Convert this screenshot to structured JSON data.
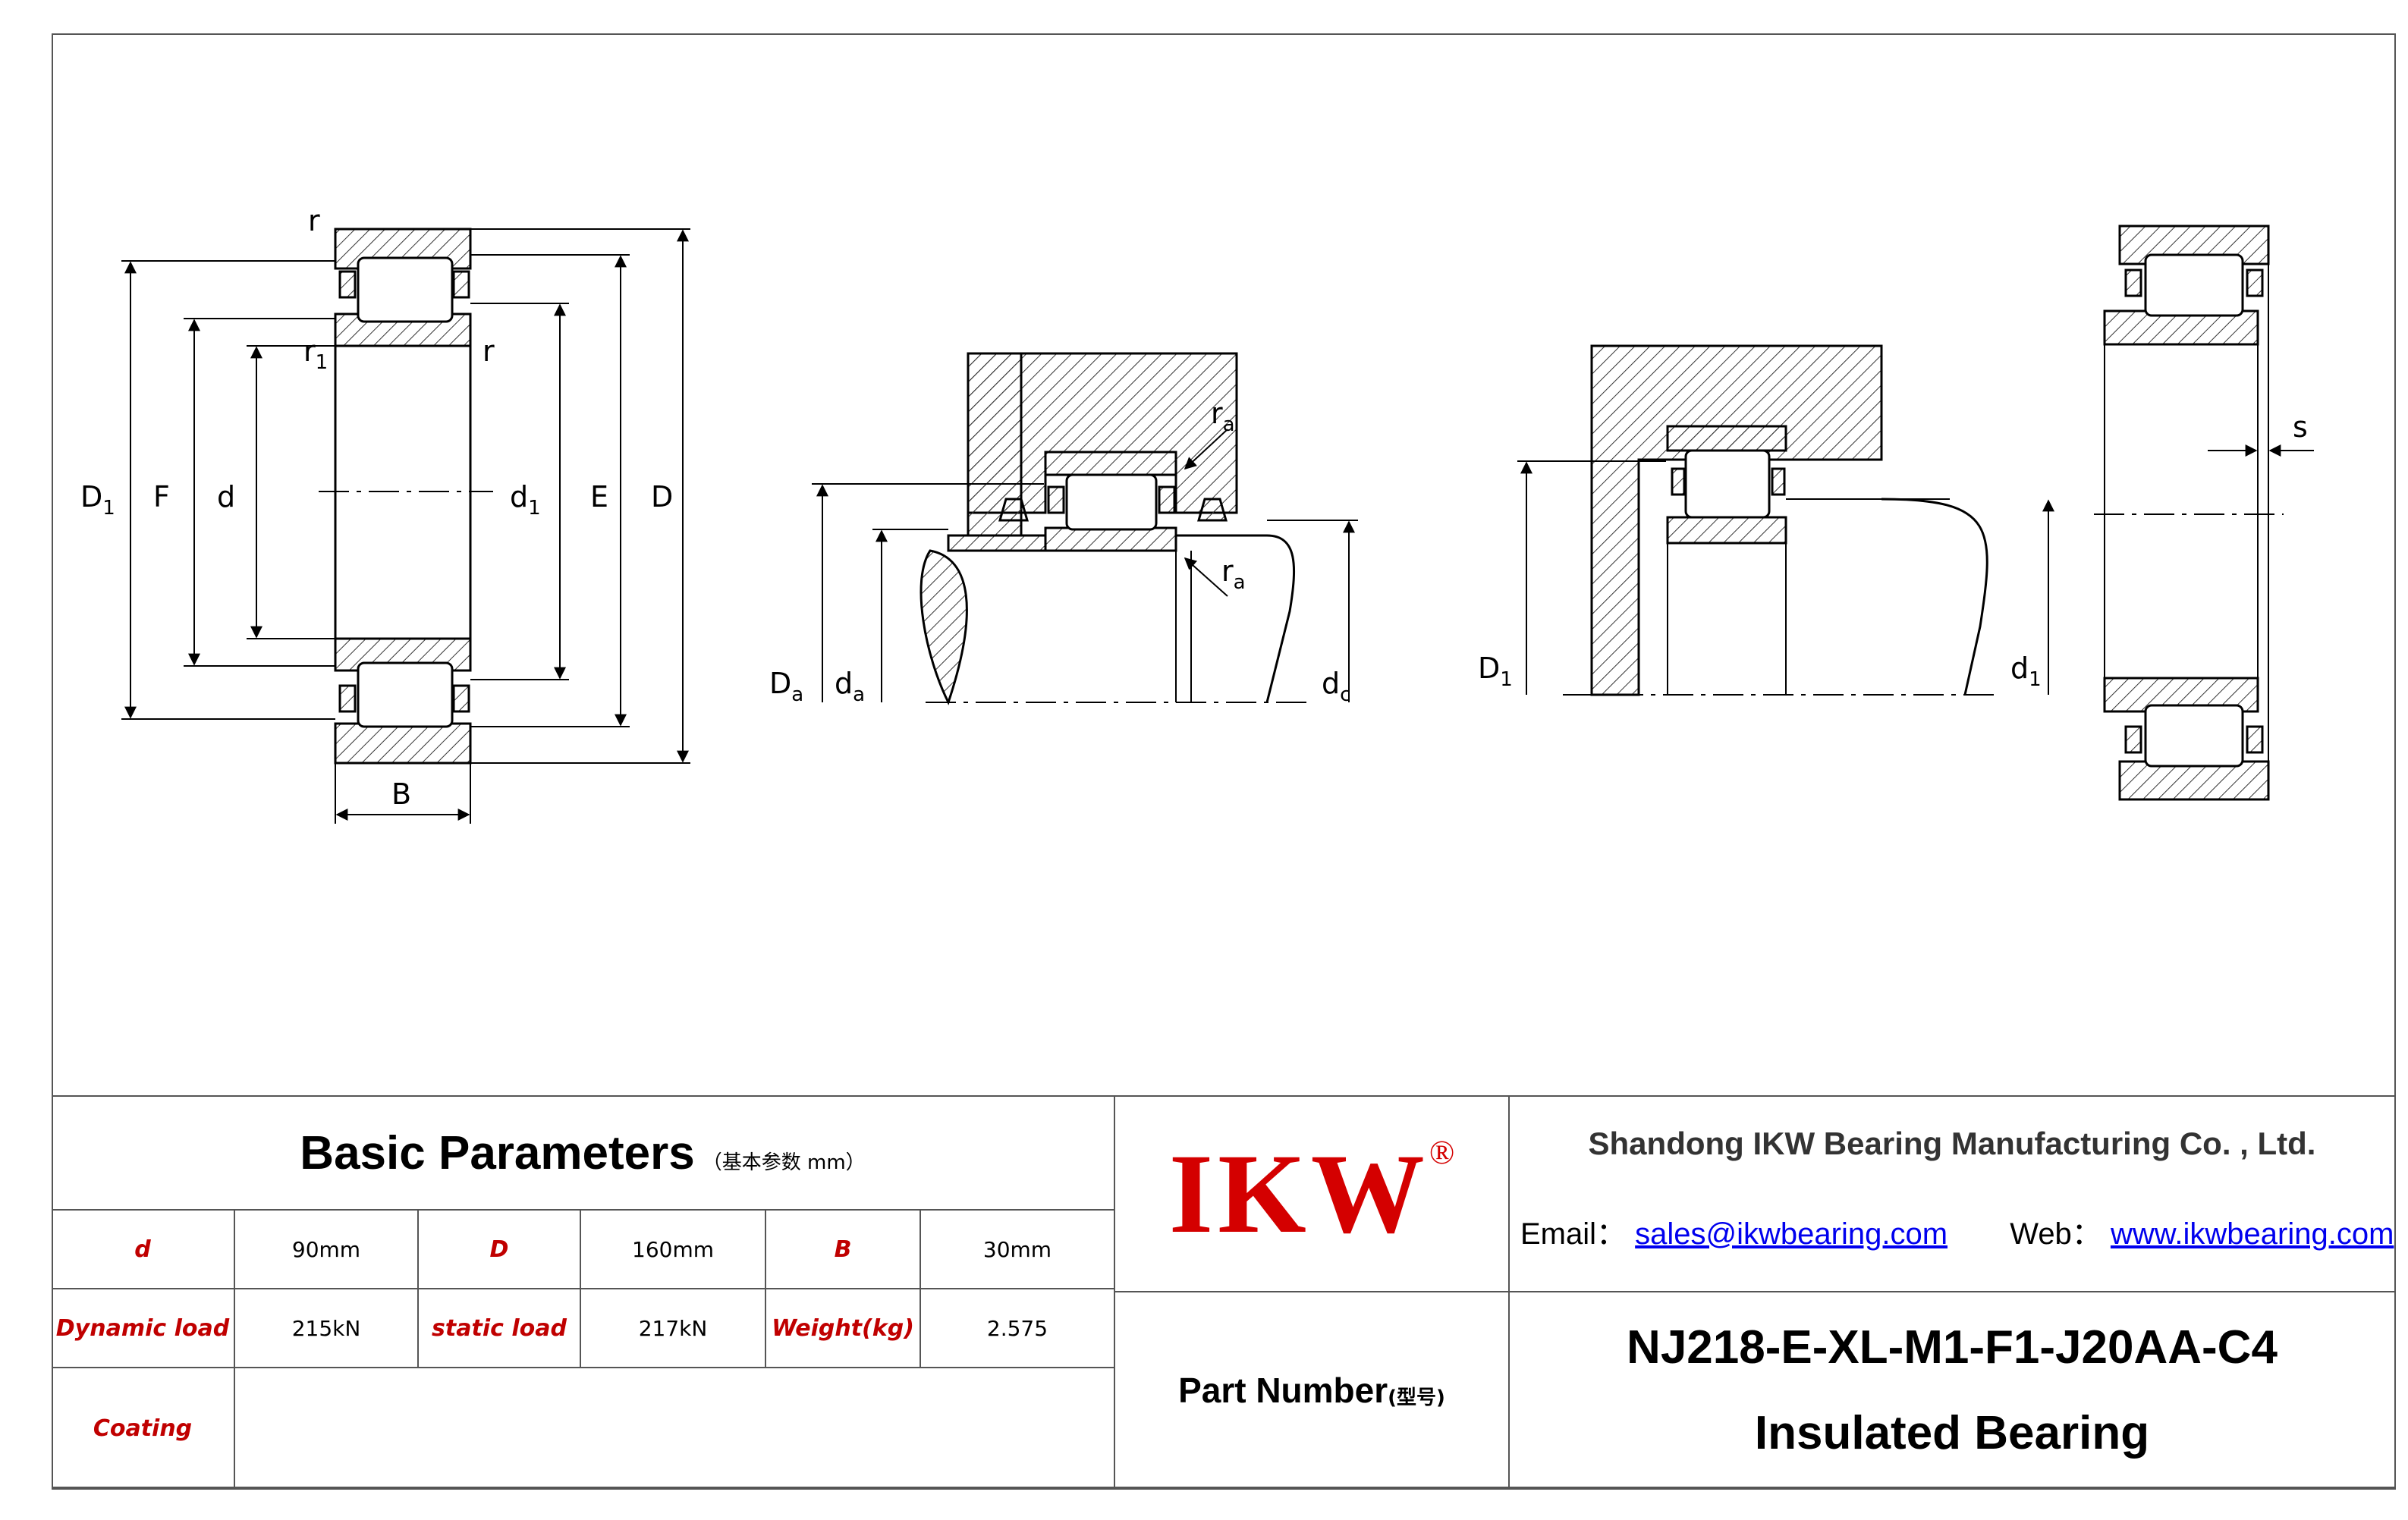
{
  "drawing": {
    "labels": {
      "D1": "D",
      "D1_sub": "1",
      "F": "F",
      "d": "d",
      "d1": "d",
      "d1_sub": "1",
      "E": "E",
      "D": "D",
      "r_top": "r",
      "r1": "r",
      "r1_sub": "1",
      "r_mid": "r",
      "B": "B",
      "ra_top": "r",
      "ra_top_sub": "a",
      "ra_bot": "r",
      "ra_bot_sub": "a",
      "Da": "D",
      "Da_sub": "a",
      "da": "d",
      "da_sub": "a",
      "dc": "d",
      "dc_sub": "c",
      "D1b": "D",
      "D1b_sub": "1",
      "d1b": "d",
      "d1b_sub": "1",
      "s": "s"
    }
  },
  "parameters": {
    "title": "Basic Parameters",
    "subtitle": "（基本参数 mm）",
    "rows": [
      [
        {
          "label": "d",
          "value": "90mm"
        },
        {
          "label": "D",
          "value": "160mm"
        },
        {
          "label": "B",
          "value": "30mm"
        }
      ],
      [
        {
          "label": "Dynamic load",
          "value": "215kN"
        },
        {
          "label": "static load",
          "value": "217kN"
        },
        {
          "label": "Weight(kg)",
          "value": "2.575"
        }
      ]
    ],
    "coating_label": "Coating",
    "coating_value": ""
  },
  "logo": {
    "text": "IKW",
    "mark": "®",
    "color": "#d40000"
  },
  "company": {
    "name": "Shandong IKW Bearing Manufacturing Co. , Ltd.",
    "email_label": "Email：",
    "email": "sales@ikwbearing.com",
    "web_label": "Web：",
    "web": "www.ikwbearing.com"
  },
  "part": {
    "label": "Part Number",
    "label_cn": "(型号)",
    "number": "NJ218-E-XL-M1-F1-J20AA-C4",
    "type": "Insulated Bearing"
  }
}
